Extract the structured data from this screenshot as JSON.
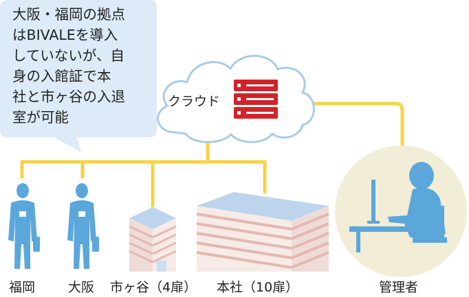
{
  "bubble": {
    "text": "大阪・福岡の拠点\nはBIVALEを導入\nしていないが、自\n身の入館証で本\n社と市ヶ谷の入退\n室が可能"
  },
  "cloud": {
    "label": "クラウド"
  },
  "locations": {
    "fukuoka": "福岡",
    "osaka": "大阪",
    "ichigaya": "市ヶ谷（4扉）",
    "honsha": "本社（10扉）",
    "admin": "管理者"
  },
  "colors": {
    "line": "#f5d24a",
    "bubble": "#dcebf7",
    "person": "#5ba7dc",
    "server": "#d2232a",
    "admin_circle": "#f2edd6",
    "building_stripe": "#e8c9c3",
    "building_top": "#bcd5ec"
  }
}
